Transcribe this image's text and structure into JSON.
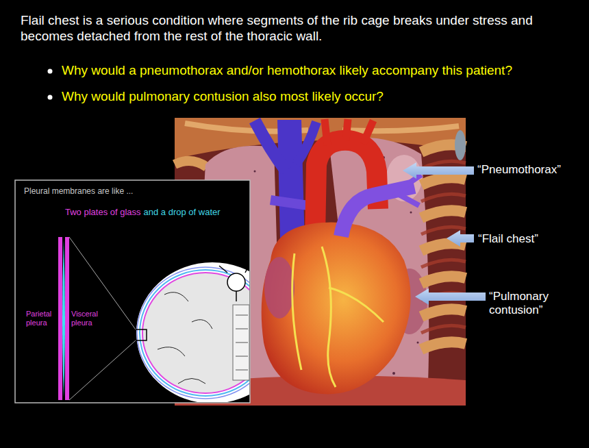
{
  "diagram": {
    "title": "Flail chest is a serious condition where segments of the rib cage breaks under stress and becomes detached from the rest of the thoracic wall.",
    "nodes": [
      {
        "text": [
          "Pleural membranes are like ...",
          "Two plates of glass",
          "and a drop of water",
          "Parietal pleura",
          "Visceral pleura"
        ]
      }
    ],
    "labels": [
      "Why would a pneumothorax and/or hemothorax likely accompany this patient?",
      "Why would pulmonary contusion also most likely occur?",
      "“Pneumothorax”",
      "“Flail chest”",
      "“Pulmonary contusion”"
    ]
  }
}
